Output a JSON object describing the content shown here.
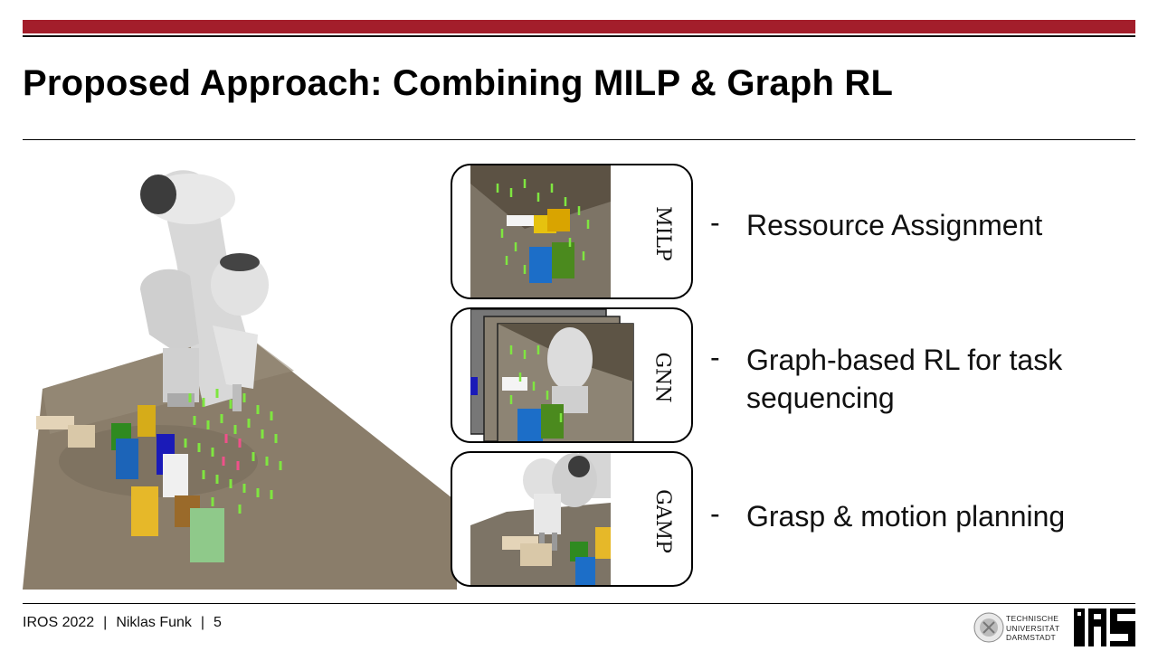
{
  "slide": {
    "title": "Proposed Approach: Combining MILP & Graph RL"
  },
  "panels": [
    {
      "label": "MILP"
    },
    {
      "label": "GNN"
    },
    {
      "label": "GAMP"
    }
  ],
  "bullets": [
    {
      "dash": "-",
      "text": "Ressource Assignment"
    },
    {
      "dash": "-",
      "text": "Graph-based RL for task sequencing"
    },
    {
      "dash": "-",
      "text": "Grasp & motion planning"
    }
  ],
  "footer": {
    "event": "IROS 2022",
    "author": "Niklas Funk",
    "page": "5",
    "separator": "|"
  },
  "logos": {
    "tu_line1": "TECHNISCHE",
    "tu_line2": "UNIVERSITÄT",
    "tu_line3": "DARMSTADT",
    "ias": "IAS"
  },
  "colors": {
    "accent_red": "#a31e2b",
    "table": "#8a7d6a",
    "marker_green": "#7fe640",
    "marker_pink": "#f0508a"
  }
}
